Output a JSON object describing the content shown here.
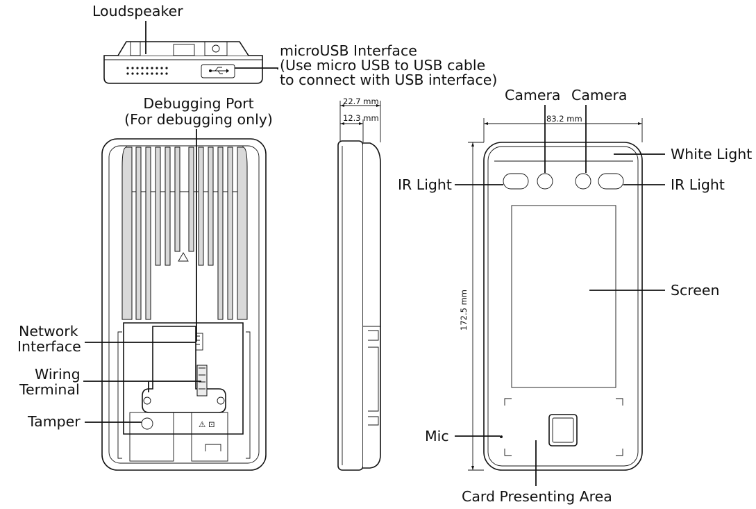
{
  "labels": {
    "loudspeaker": "Loudspeaker",
    "microusb_title": "microUSB Interface",
    "microusb_line2": "(Use micro USB to USB cable",
    "microusb_line3": "to connect with USB interface)",
    "debug_title": "Debugging Port",
    "debug_note": "(For debugging only)",
    "network_line1": "Network",
    "network_line2": "Interface",
    "wiring_line1": "Wiring",
    "wiring_line2": "Terminal",
    "tamper": "Tamper",
    "camera_left": "Camera",
    "camera_right": "Camera",
    "white_light": "White Light",
    "ir_light_left": "IR Light",
    "ir_light_right": "IR Light",
    "screen": "Screen",
    "mic": "Mic",
    "card_area": "Card Presenting Area"
  },
  "dimensions": {
    "depth_total": "22.7 mm",
    "depth_body": "12.3 mm",
    "width": "83.2 mm",
    "height": "172.5 mm"
  },
  "icons": {
    "usb": "usb-icon",
    "warning": "warning-triangle-icon",
    "fingerprint": "fingerprint-window-icon"
  }
}
